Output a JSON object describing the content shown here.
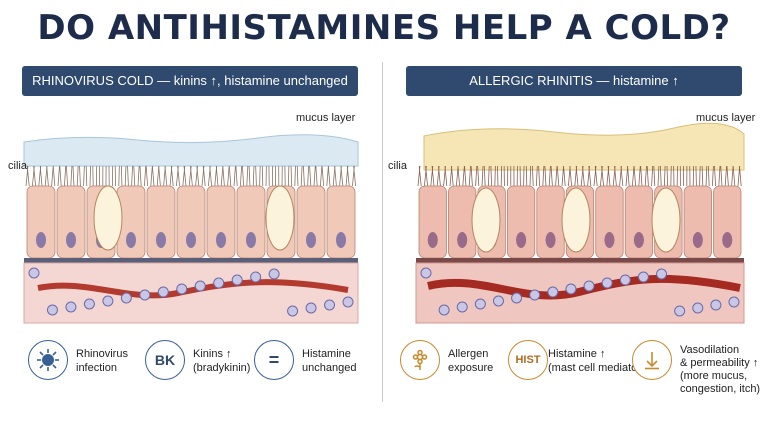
{
  "title": "DO ANTIHISTAMINES HELP A COLD?",
  "left_panel": {
    "banner": "RHINOVIRUS COLD — kinins ↑, histamine unchanged",
    "mucus_label": "mucus layer",
    "cilia_label": "cilia",
    "legend": [
      {
        "icon": "virus-icon",
        "line1": "Rhinovirus",
        "line2": "infection"
      },
      {
        "icon_text": "BK",
        "line1": "Kinins ↑",
        "line2": "(bradykinin)"
      },
      {
        "icon_text": "=",
        "line1": "Histamine",
        "line2": "unchanged"
      }
    ]
  },
  "right_panel": {
    "banner": "ALLERGIC RHINITIS — histamine ↑",
    "mucus_label": "mucus layer",
    "cilia_label": "cilia",
    "legend": [
      {
        "icon": "allergen-flower-icon",
        "line1": "Allergen",
        "line2": "exposure"
      },
      {
        "icon_text": "HIST",
        "line1": "Histamine ↑",
        "line2": "(mast cell mediator)"
      },
      {
        "icon": "down-arrow-icon",
        "line1": "Vasodilation",
        "line2": "& permeability ↑",
        "line3": "(more mucus,",
        "line4": "congestion, itch)"
      }
    ]
  },
  "colors": {
    "title": "#1c2c4a",
    "banner": "#2f4a6e",
    "left_accent": "#3a5f95",
    "right_accent": "#c98a2e",
    "mucus_left": "#dbe9f2",
    "mucus_right": "#f6e6b5"
  }
}
